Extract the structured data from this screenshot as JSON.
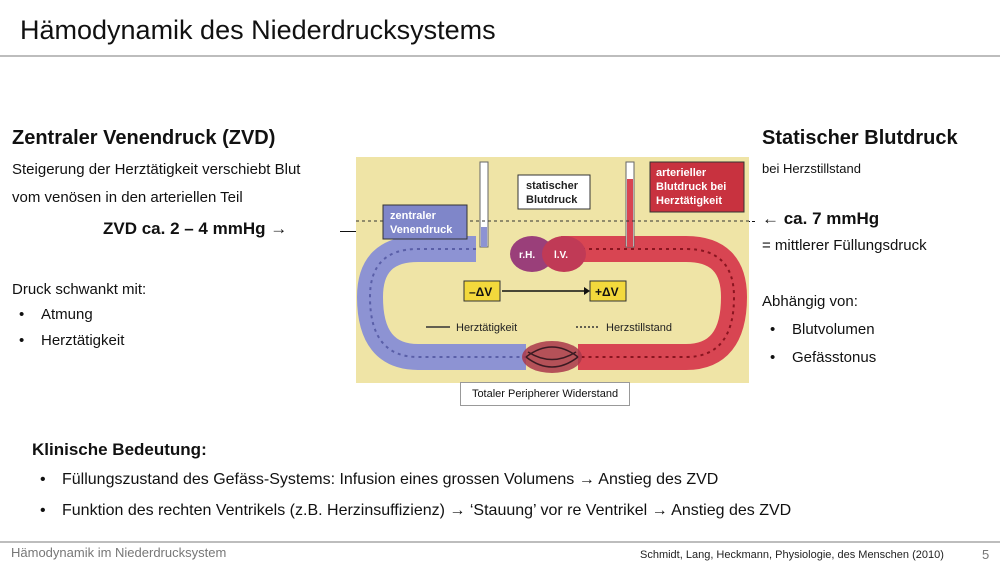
{
  "slide": {
    "title": "Hämodynamik des Niederdrucksystems",
    "page_number": "5",
    "footer_left": "Hämodynamik im Niederdrucksystem",
    "footer_right": "Schmidt, Lang, Heckmann, Physiologie, des Menschen (2010)"
  },
  "left": {
    "heading": "Zentraler Venendruck (ZVD)",
    "line1": "Steigerung der Herztätigkeit verschiebt Blut",
    "line2": "vom venösen in den arteriellen Teil",
    "zvd_value": "ZVD ca. 2 – 4 mmHg  →",
    "fluct_label": "Druck schwankt mit:",
    "bullets": [
      "Atmung",
      "Herztätigkeit"
    ]
  },
  "right": {
    "heading": "Statischer Blutdruck",
    "sub": "bei Herzstillstand",
    "value": "←  ca. 7 mmHg",
    "equals": "=  mittlerer Füllungsdruck",
    "depends": "Abhängig von:",
    "bullets": [
      "Blutvolumen",
      "Gefässtonus"
    ]
  },
  "figure": {
    "label_zvd": [
      "zentraler",
      "Venendruck"
    ],
    "label_static": [
      "statischer",
      "Blutdruck"
    ],
    "label_arterial": [
      "arterieller",
      "Blutdruck bei",
      "Herztätigkeit"
    ],
    "label_rh": "r.H.",
    "label_lv": "l.V.",
    "label_minus": "–ΔV",
    "label_plus": "+ΔV",
    "legend_herz": "Herztätigkeit",
    "legend_still": "Herzstillstand",
    "caption": "Totaler Peripherer Widerstand"
  },
  "clinical": {
    "heading": "Klinische Bedeutung:",
    "items": [
      "Füllungszustand des Gefäss-Systems: Infusion eines grossen Volumens → Anstieg des ZVD",
      "Funktion des rechten Ventrikels (z.B. Herzinsuffizienz) → ‘Stauung’ vor re Ventrikel →  Anstieg des ZVD"
    ]
  },
  "colors": {
    "venous": "#8d93d3",
    "arterial": "#d84552",
    "figure_bg": "#efe4a6",
    "label_venous": "#7f86c9",
    "label_arterial": "#c8323f"
  }
}
